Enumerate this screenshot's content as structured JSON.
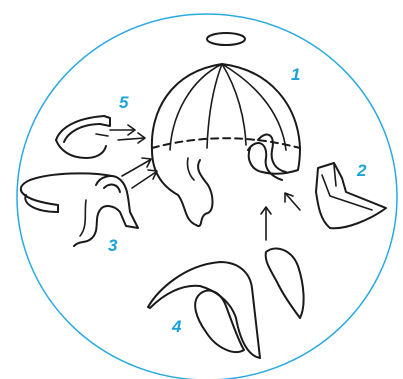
{
  "colors": {
    "circle": "#29a9e0",
    "labels": "#1aa3d9",
    "ink": "#1a1a1a"
  },
  "labels": {
    "part_1": "1",
    "part_2": "2",
    "part_3": "3",
    "part_4": "4",
    "part_5": "5"
  }
}
